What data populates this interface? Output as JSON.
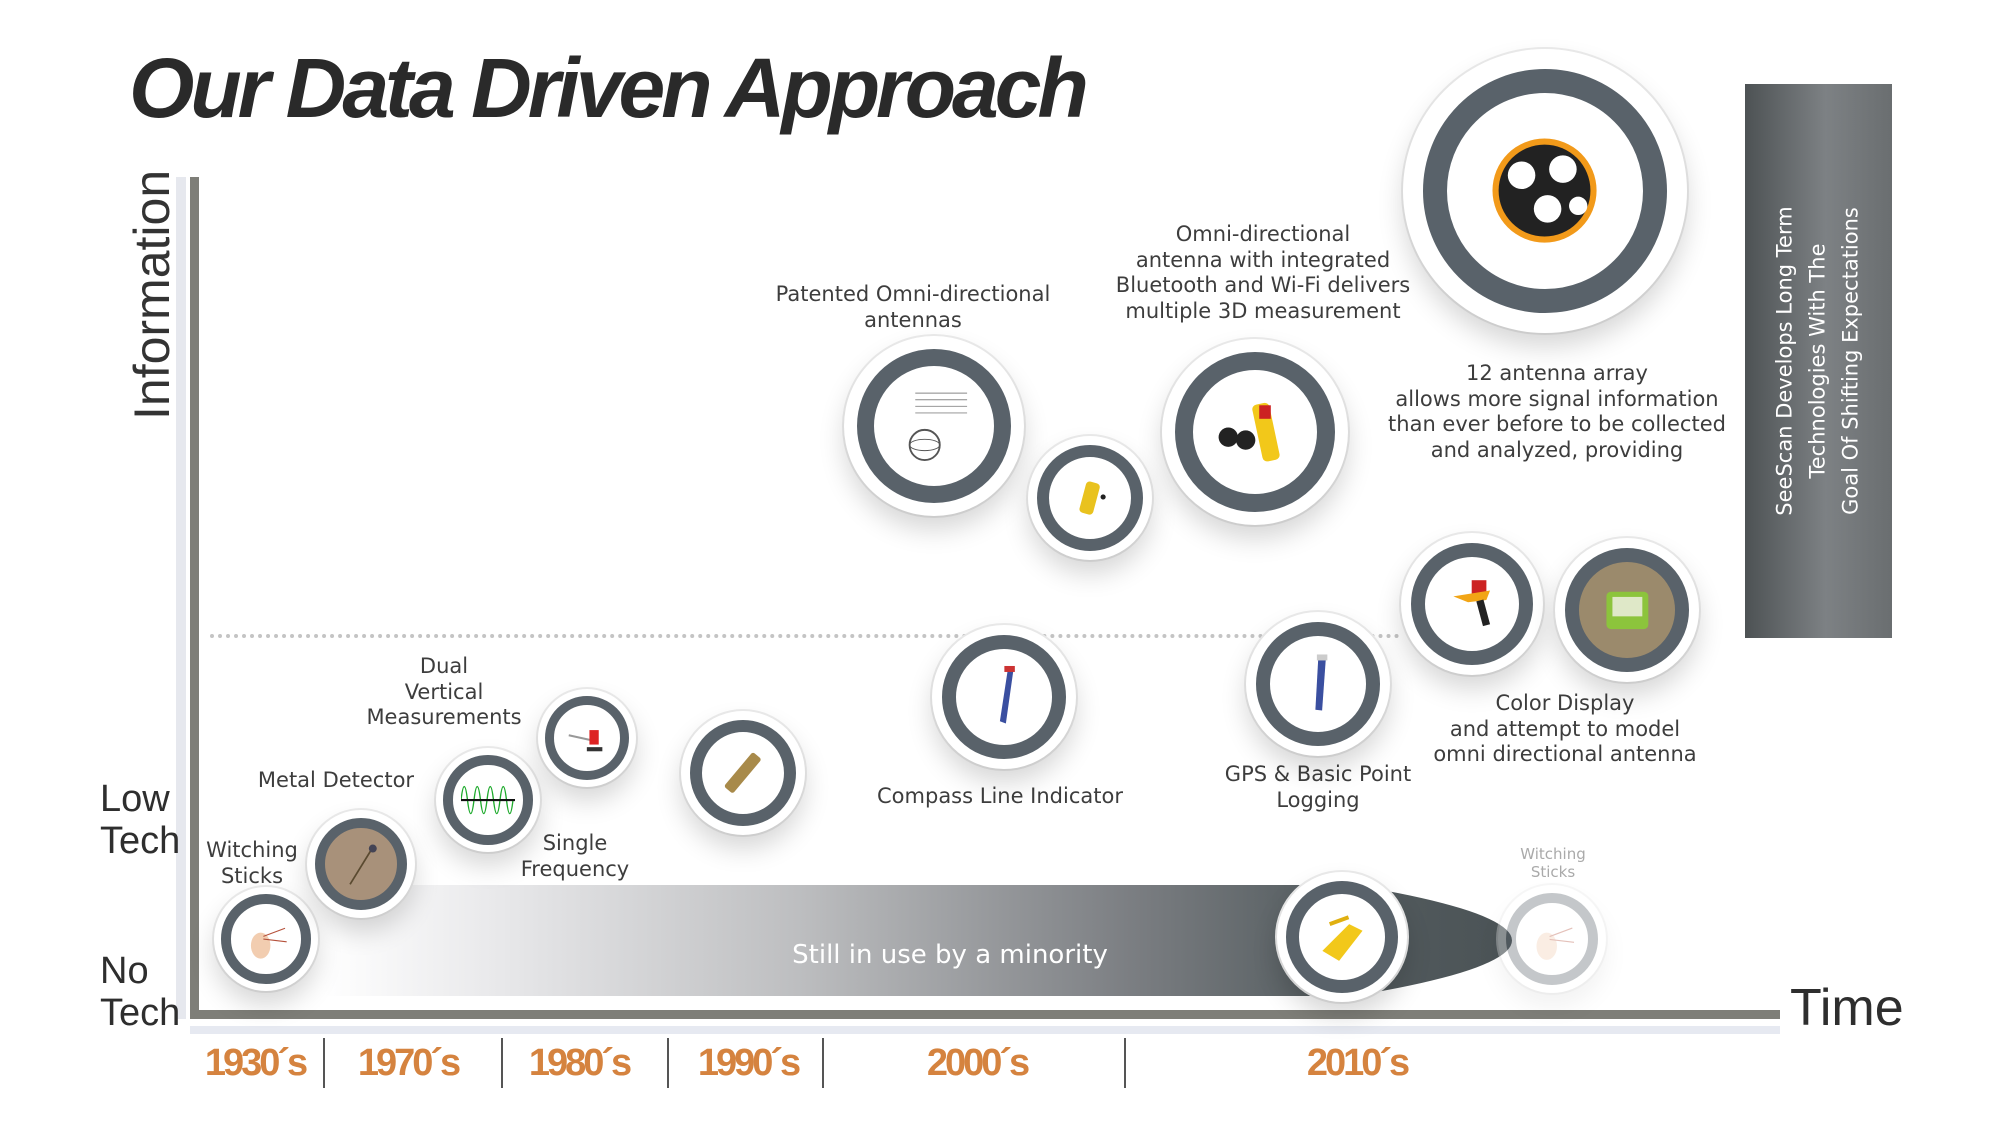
{
  "title": "Our Data Driven Approach",
  "axes": {
    "y_label": "Information",
    "y_levels": [
      "Low\nTech",
      "No\nTech"
    ],
    "x_label": "Time",
    "decades": [
      "1930´s",
      "1970´s",
      "1980´s",
      "1990´s",
      "2000´s",
      "2010´s"
    ]
  },
  "band_text": "Still in use by a minority",
  "side_box_text": "SeeScan Develops Long Term\nTechnologies With The\nGoal Of Shifting Expectations",
  "labels": {
    "witching_sticks": "Witching\nSticks",
    "metal_detector": "Metal Detector",
    "dual_vertical": "Dual\nVertical\nMeasurements",
    "single_frequency": "Single\nFrequency",
    "compass_line": "Compass Line Indicator",
    "gps_logging": "GPS & Basic Point\nLogging",
    "color_display": "Color Display\nand attempt to model\nomni directional antenna",
    "patented_omni": "Patented Omni-directional\nantennas",
    "omni_bluetooth": "Omni-directional\nantenna with integrated\nBluetooth and Wi-Fi delivers\nmultiple 3D measurement",
    "twelve_antenna": "12 antenna array\nallows more signal information\nthan ever before to be collected\nand analyzed, providing",
    "witching_sticks_faded": "Witching\nSticks"
  },
  "colors": {
    "decade": "#d5833f",
    "ring": "#59626a",
    "axis": "#7e7e78"
  }
}
